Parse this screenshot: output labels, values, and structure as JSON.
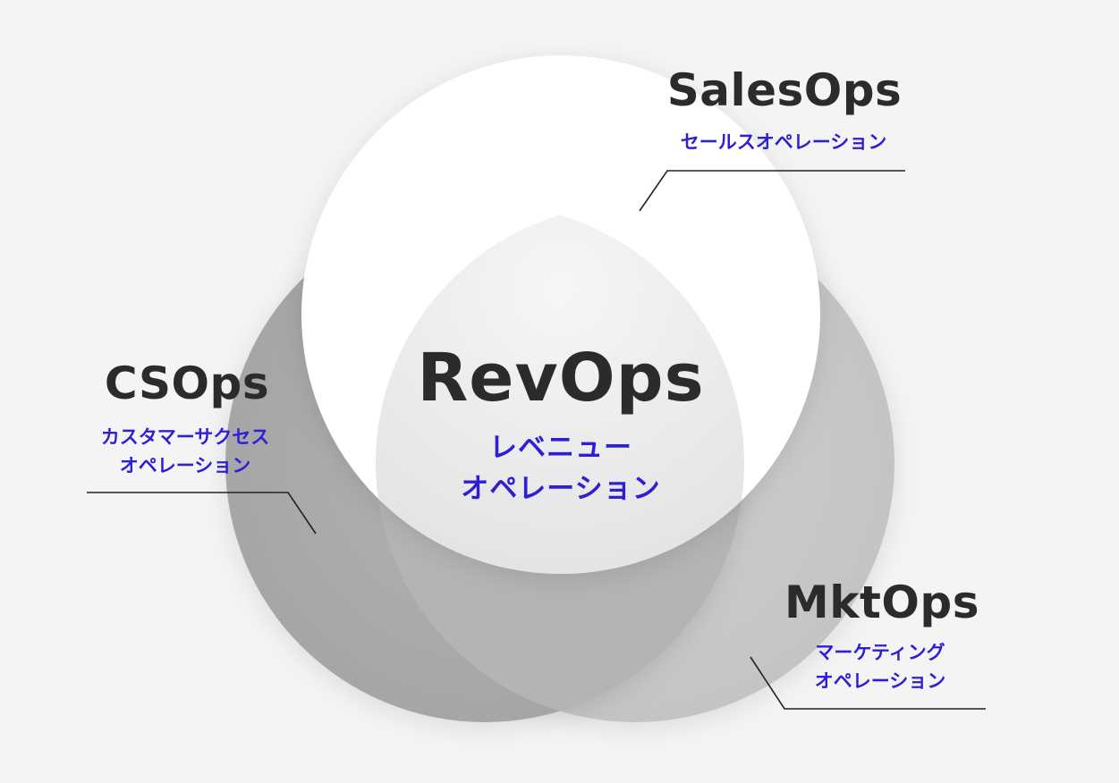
{
  "center": {
    "title": "RevOps",
    "subtitle_lines": [
      "レベニュー",
      "オペレーション"
    ]
  },
  "sales": {
    "title": "SalesOps",
    "subtitle_lines": [
      "セールスオペレーション"
    ]
  },
  "cs": {
    "title": "CSOps",
    "subtitle_lines": [
      "カスタマーサクセス",
      "オペレーション"
    ]
  },
  "mkt": {
    "title": "MktOps",
    "subtitle_lines": [
      "マーケティング",
      "オペレーション"
    ]
  },
  "colors": {
    "background": "#f4f4f4",
    "sales_circle": "#ffffff",
    "cs_circle": "#a9a9a9",
    "mkt_circle": "#c8c8c8",
    "center_region": "#ededed",
    "title_text": "#2b2b2b",
    "subtitle_text": "#2e1fd6",
    "leader_line": "#222222"
  }
}
